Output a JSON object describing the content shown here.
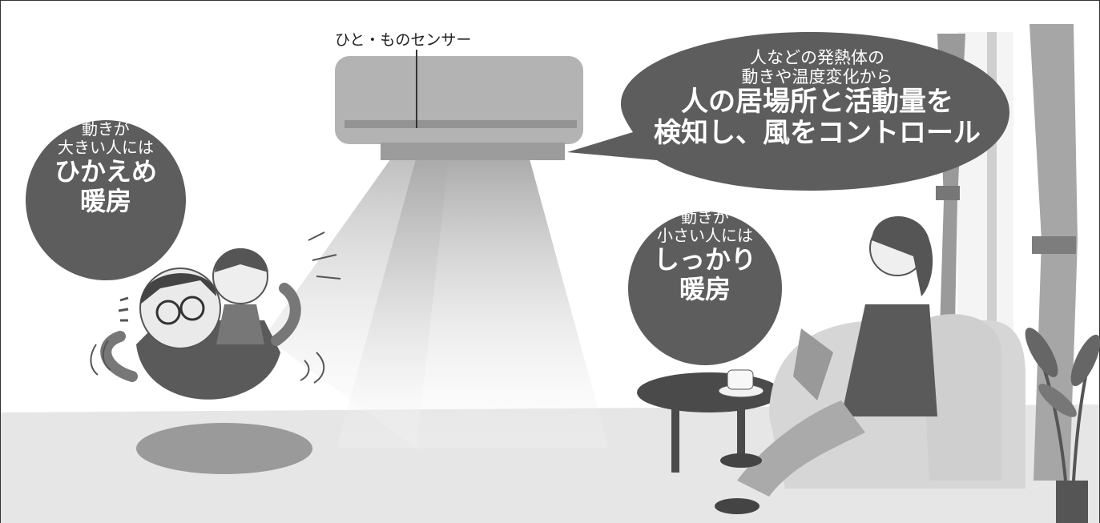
{
  "sensor_label": "ひと・ものセンサー",
  "speech_bubble": {
    "line1": "人などの発熱体の",
    "line2": "動きや温度変化から",
    "line3": "人の居場所と活動量を",
    "line4": "検知し、風をコントロール"
  },
  "left_circle": {
    "line1": "動きが",
    "line2": "大きい人には",
    "line3": "ひかえめ",
    "line4": "暖房"
  },
  "right_circle": {
    "line1": "動きが",
    "line2": "小さい人には",
    "line3": "しっかり",
    "line4": "暖房"
  }
}
